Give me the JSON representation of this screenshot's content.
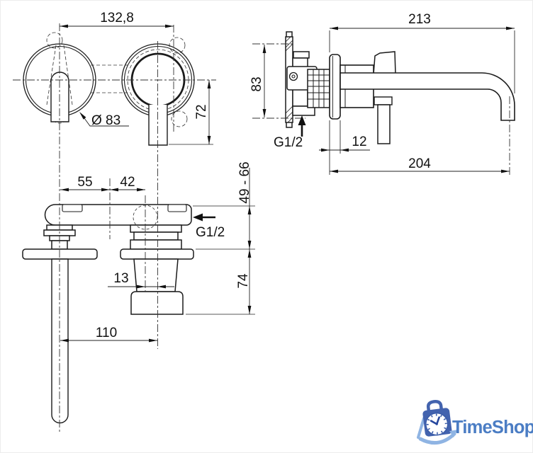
{
  "dimensions": {
    "front": {
      "centers_spacing": "132,8",
      "escutcheon_diameter": "Ø 83",
      "handle_below_center": "72"
    },
    "side": {
      "overall_projection": "213",
      "inlet_spacing": "83",
      "connection_thread": "G1/2",
      "plate_thickness": "12",
      "spout_reach": "204"
    },
    "plan": {
      "handle_offset": "55",
      "mid_offset": "42",
      "mounting_depth_range": "49 - 66",
      "outlet_offset": "13",
      "body_height": "74",
      "centers_distance": "110",
      "connection_thread": "G1/2"
    }
  },
  "logo": {
    "brand": "TimeShop",
    "brand_color": "#4b7dc4",
    "bag_color": "#4363ae",
    "accent_color": "#8fb4e3"
  },
  "drawing": {
    "line_color": "#1b1b1b",
    "background": "#ffffff"
  }
}
